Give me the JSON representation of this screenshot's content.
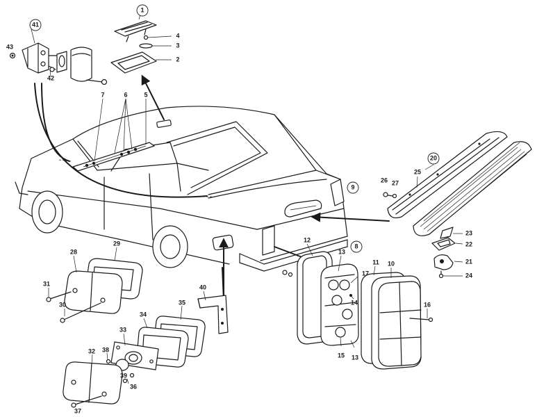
{
  "diagram": {
    "labels": {
      "p1": "1",
      "p2": "2",
      "p3": "3",
      "p4": "4",
      "p5": "5",
      "p6": "6",
      "p7": "7",
      "p8": "8",
      "p9": "9",
      "p10": "10",
      "p11": "11",
      "p12": "12",
      "p13a": "13",
      "p13b": "13",
      "p14": "14",
      "p15": "15",
      "p16": "16",
      "p17": "17",
      "p20": "20",
      "p21": "21",
      "p22": "22",
      "p23": "23",
      "p24": "24",
      "p25": "25",
      "p26": "26",
      "p27": "27",
      "p28": "28",
      "p29": "29",
      "p30": "30",
      "p31": "31",
      "p32": "32",
      "p33": "33",
      "p34": "34",
      "p35": "35",
      "p36": "36",
      "p37": "37",
      "p38": "38",
      "p39": "39",
      "p40": "40",
      "p41": "41",
      "p42": "42",
      "p43": "43"
    }
  }
}
